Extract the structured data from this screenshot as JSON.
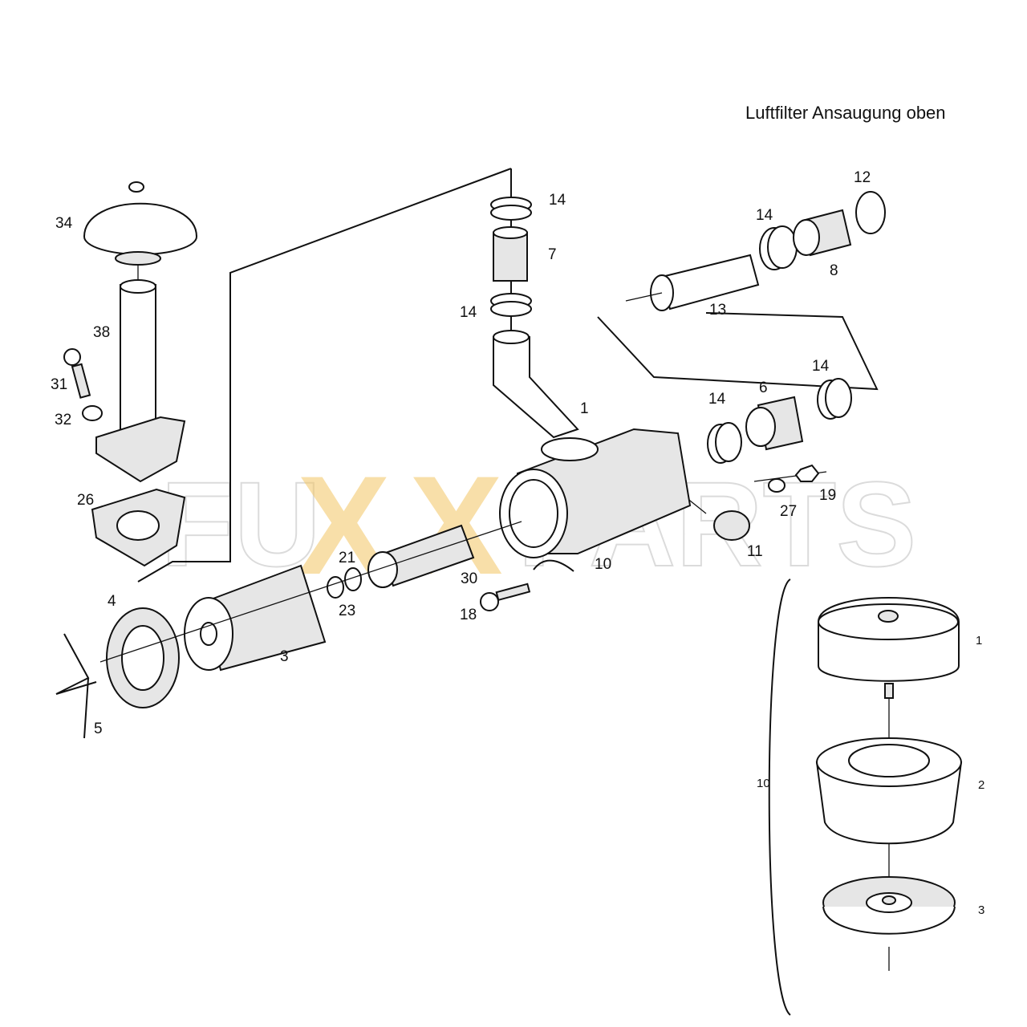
{
  "title": "Luftfilter Ansaugung oben",
  "watermark": {
    "left": "FU",
    "x1": "X",
    "x2": "X",
    "right": "PARTS",
    "accent_color": "#f3c664"
  },
  "callouts": [
    {
      "id": "34",
      "text": "34"
    },
    {
      "id": "38",
      "text": "38"
    },
    {
      "id": "31",
      "text": "31"
    },
    {
      "id": "32",
      "text": "32"
    },
    {
      "id": "26",
      "text": "26"
    },
    {
      "id": "14a",
      "text": "14"
    },
    {
      "id": "7",
      "text": "7"
    },
    {
      "id": "14b",
      "text": "14"
    },
    {
      "id": "14c",
      "text": "14"
    },
    {
      "id": "12",
      "text": "12"
    },
    {
      "id": "8",
      "text": "8"
    },
    {
      "id": "13",
      "text": "13"
    },
    {
      "id": "1",
      "text": "1"
    },
    {
      "id": "14d",
      "text": "14"
    },
    {
      "id": "6",
      "text": "6"
    },
    {
      "id": "14e",
      "text": "14"
    },
    {
      "id": "27",
      "text": "27"
    },
    {
      "id": "19",
      "text": "19"
    },
    {
      "id": "11",
      "text": "11"
    },
    {
      "id": "10",
      "text": "10"
    },
    {
      "id": "21",
      "text": "21"
    },
    {
      "id": "23",
      "text": "23"
    },
    {
      "id": "30",
      "text": "30"
    },
    {
      "id": "18",
      "text": "18"
    },
    {
      "id": "4",
      "text": "4"
    },
    {
      "id": "3",
      "text": "3"
    },
    {
      "id": "5",
      "text": "5"
    }
  ],
  "inset": {
    "group_label": "10",
    "items": [
      {
        "id": "1",
        "text": "1"
      },
      {
        "id": "2",
        "text": "2"
      },
      {
        "id": "3",
        "text": "3"
      }
    ]
  }
}
